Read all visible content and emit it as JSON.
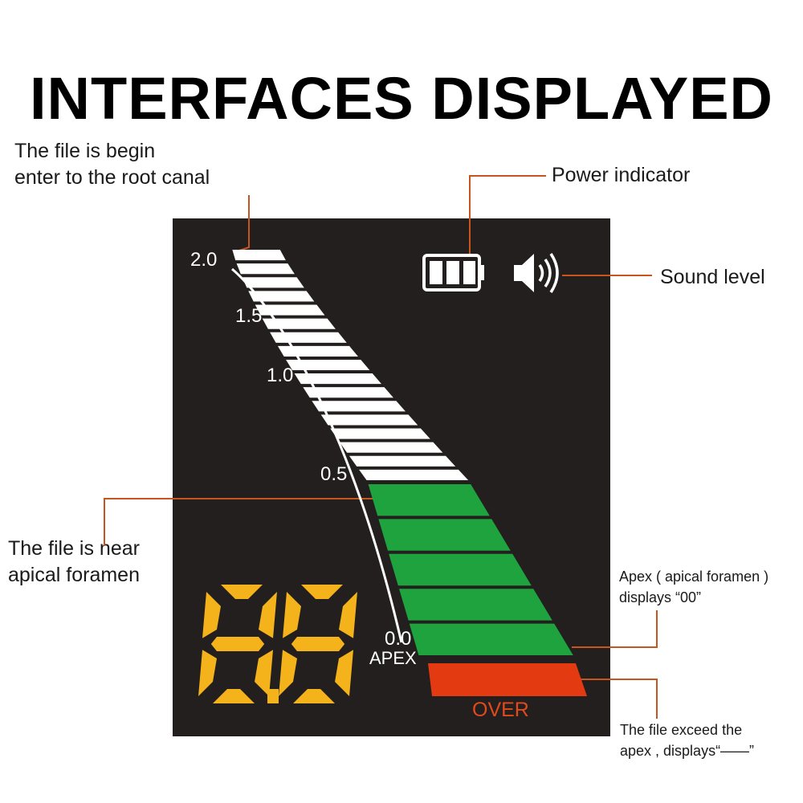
{
  "title": "INTERFACES DISPLAYED",
  "callouts": {
    "file_begin": [
      "The file is begin",
      "enter to the root canal"
    ],
    "power": "Power indicator",
    "sound": "Sound level",
    "near_apex": [
      "The file is near",
      "apical foramen"
    ],
    "apex_display": [
      "Apex ( apical foramen )",
      "displays “00”"
    ],
    "exceed": [
      "The file exceed the",
      "apex , displays“——”"
    ]
  },
  "display": {
    "scale_labels": [
      "2.0",
      "1.5",
      "1.0",
      "0.5",
      "0.0"
    ],
    "apex_label": "APEX",
    "over_label": "OVER",
    "digits": "88",
    "battery_bars": 3,
    "white_segments": 17,
    "green_segments": 5,
    "red_segments": 1
  },
  "colors": {
    "panel": "#231f1e",
    "white_segment": "#ffffff",
    "green_segment": "#1fa33f",
    "red_segment": "#e43a12",
    "digits": "#f4b21b",
    "over_text": "#e04a1c",
    "callout_line": "#c8541e"
  },
  "icons": {
    "battery": "battery-icon",
    "speaker": "speaker-icon"
  }
}
